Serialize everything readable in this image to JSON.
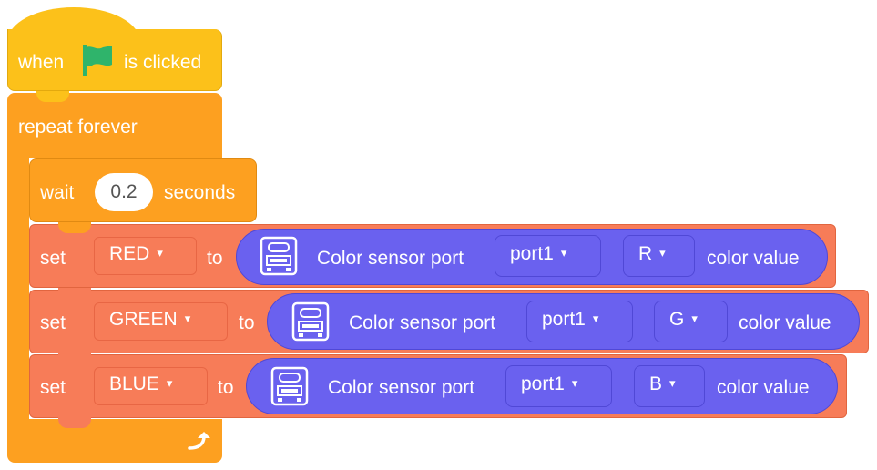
{
  "hat": {
    "when": "when",
    "flag_icon": "green-flag-icon",
    "clicked": "is clicked",
    "color": "#fcc11a"
  },
  "repeat": {
    "label": "repeat forever",
    "loop_icon": "loop-arrow-icon",
    "color": "#fda020"
  },
  "wait": {
    "label": "wait",
    "value": "0.2",
    "unit": "seconds"
  },
  "sets": [
    {
      "set": "set",
      "var": "RED",
      "to": "to",
      "sensor": "Color sensor port",
      "port": "port1",
      "channel": "R",
      "suffix": "color value"
    },
    {
      "set": "set",
      "var": "GREEN",
      "to": "to",
      "sensor": "Color sensor port",
      "port": "port1",
      "channel": "G",
      "suffix": "color value"
    },
    {
      "set": "set",
      "var": "BLUE",
      "to": "to",
      "sensor": "Color sensor port",
      "port": "port1",
      "channel": "B",
      "suffix": "color value"
    }
  ],
  "colors": {
    "set_block": "#f77c58",
    "sensor_block": "#6a61ef"
  },
  "icons": {
    "caret": "▾",
    "sensor": "color-sensor-icon"
  }
}
